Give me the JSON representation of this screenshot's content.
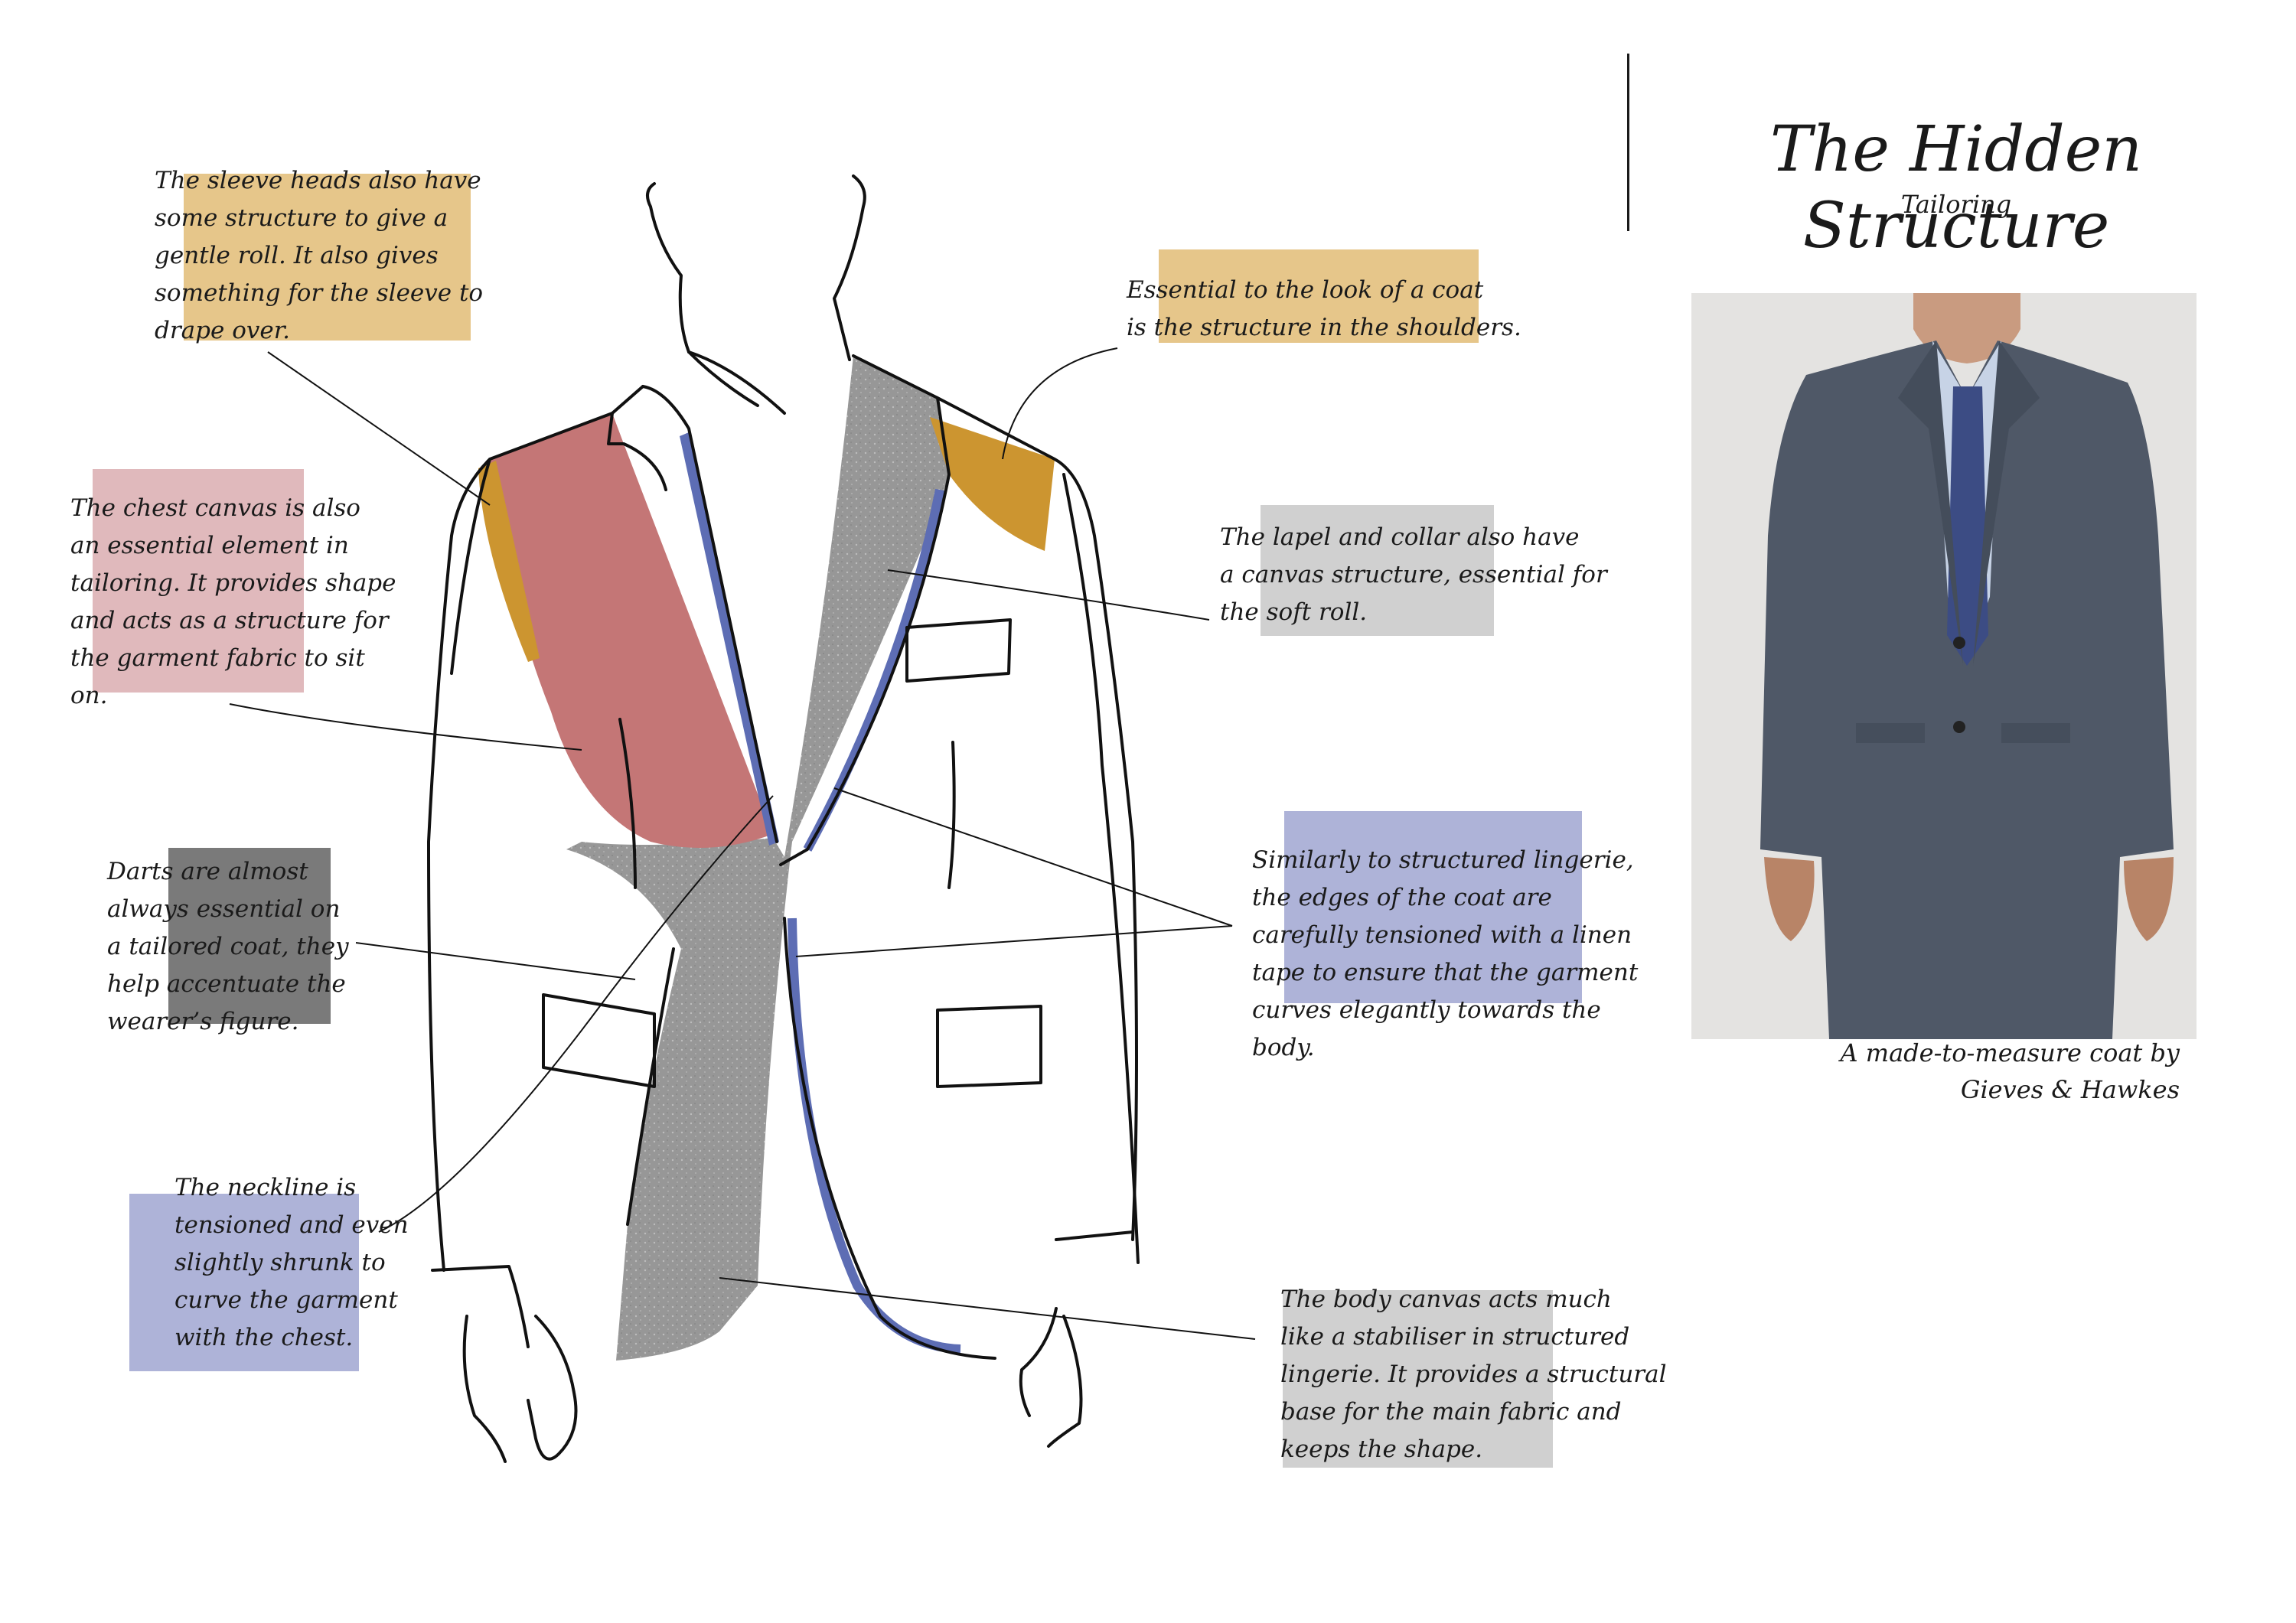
{
  "header": {
    "title": "The Hidden Structure",
    "subtitle": "Tailoring"
  },
  "colors": {
    "shoulder_ochre": "#cc9530",
    "ochre_box": "#e6c68a",
    "chest_canvas": "#c47676",
    "chest_box": "#e0b9bc",
    "tape_blue": "#5d6db4",
    "blue_box": "#aeb3d8",
    "canvas_grey": "#9a9a9a",
    "grey_box": "#d0d0d0",
    "dart_box": "#7a7a7a"
  },
  "annotations": {
    "sleeve_heads": [
      "The sleeve heads also have",
      "some structure to give a",
      "gentle roll. It also gives",
      "something for the sleeve to",
      "drape over."
    ],
    "shoulders": [
      "Essential to the look of  a coat",
      "is the structure in the shoulders."
    ],
    "chest_canvas": [
      "The chest canvas is also",
      "an essential element in",
      "tailoring. It provides shape",
      "and acts as a structure for",
      "the garment fabric to sit",
      "on."
    ],
    "lapel": [
      "The lapel and collar also have",
      "a canvas structure, essential for",
      "the soft roll."
    ],
    "darts": [
      "Darts are almost",
      "always essential on",
      "a tailored coat, they",
      "help accentuate the",
      "wearer’s figure."
    ],
    "edges": [
      "Similarly to structured lingerie,",
      "the edges of  the coat are",
      "carefully tensioned with a linen",
      "tape to ensure that the garment",
      "curves elegantly towards the",
      "body."
    ],
    "neckline": [
      "The neckline is",
      "tensioned and even",
      "slightly shrunk to",
      "curve the garment",
      "with the chest."
    ],
    "body_canvas": [
      "The body canvas acts much",
      "like a stabiliser in structured",
      "lingerie. It provides a structural",
      "base for the main fabric and",
      "keeps the shape."
    ]
  },
  "photo": {
    "caption": [
      "A made-to-measure coat by",
      "Gieves & Hawkes"
    ]
  }
}
